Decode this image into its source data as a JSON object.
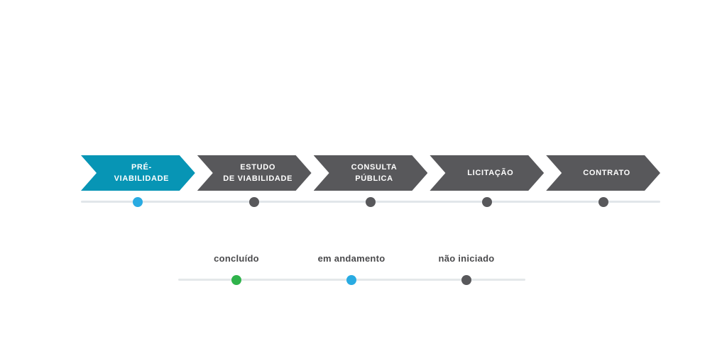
{
  "process": {
    "stages": [
      {
        "label": "PRÉ-\nVIABILIDADE",
        "status": "em_andamento",
        "arrow_color": "#0795B5",
        "dot_color": "#29ABE2"
      },
      {
        "label": "ESTUDO\nDE VIABILIDADE",
        "status": "nao_iniciado",
        "arrow_color": "#58585B",
        "dot_color": "#58585B"
      },
      {
        "label": "CONSULTA\nPÚBLICA",
        "status": "nao_iniciado",
        "arrow_color": "#58585B",
        "dot_color": "#58585B"
      },
      {
        "label": "LICITAÇÃO",
        "status": "nao_iniciado",
        "arrow_color": "#58585B",
        "dot_color": "#58585B"
      },
      {
        "label": "CONTRATO",
        "status": "nao_iniciado",
        "arrow_color": "#58585B",
        "dot_color": "#58585B"
      }
    ],
    "line_color": "#E1E6EA"
  },
  "legend": {
    "items": [
      {
        "label": "concluído",
        "status": "concluido",
        "dot_color": "#2FB34B"
      },
      {
        "label": "em andamento",
        "status": "em_andamento",
        "dot_color": "#29ABE2"
      },
      {
        "label": "não iniciado",
        "status": "nao_iniciado",
        "dot_color": "#58585B"
      }
    ]
  },
  "status_colors": {
    "concluido": "#2FB34B",
    "em_andamento": "#29ABE2",
    "nao_iniciado": "#58585B"
  }
}
